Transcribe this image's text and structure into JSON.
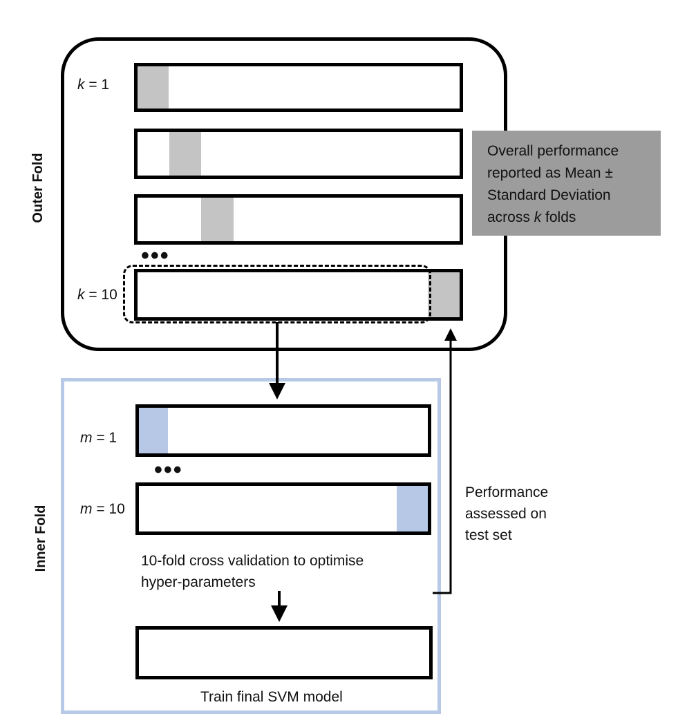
{
  "outer": {
    "side_label": "Outer Fold",
    "rows": [
      {
        "var": "k",
        "eq": " = 1"
      },
      {
        "var": "k",
        "eq": " = 10"
      }
    ],
    "dots": "•••"
  },
  "inner": {
    "side_label": "Inner Fold",
    "rows": [
      {
        "var": "m",
        "eq": " = 1"
      },
      {
        "var": "m",
        "eq": " = 10"
      }
    ],
    "dots": "•••",
    "cv_text_line1": "10-fold cross validation to optimise",
    "cv_text_line2": "hyper-parameters",
    "final_label": "Train final SVM model"
  },
  "summary": {
    "line1": "Overall performance",
    "line2": "reported as Mean ±",
    "line3": "Standard Deviation",
    "line4_pre": "across ",
    "line4_var": "k",
    "line4_post": " folds"
  },
  "performance_note": {
    "line1": "Performance",
    "line2": "assessed on",
    "line3": "test set"
  },
  "colors": {
    "test_segment": "#c4c4c4",
    "validation_segment": "#b6c8e6",
    "inner_border": "#b7c9e6",
    "summary_bg": "#9c9c9c"
  }
}
